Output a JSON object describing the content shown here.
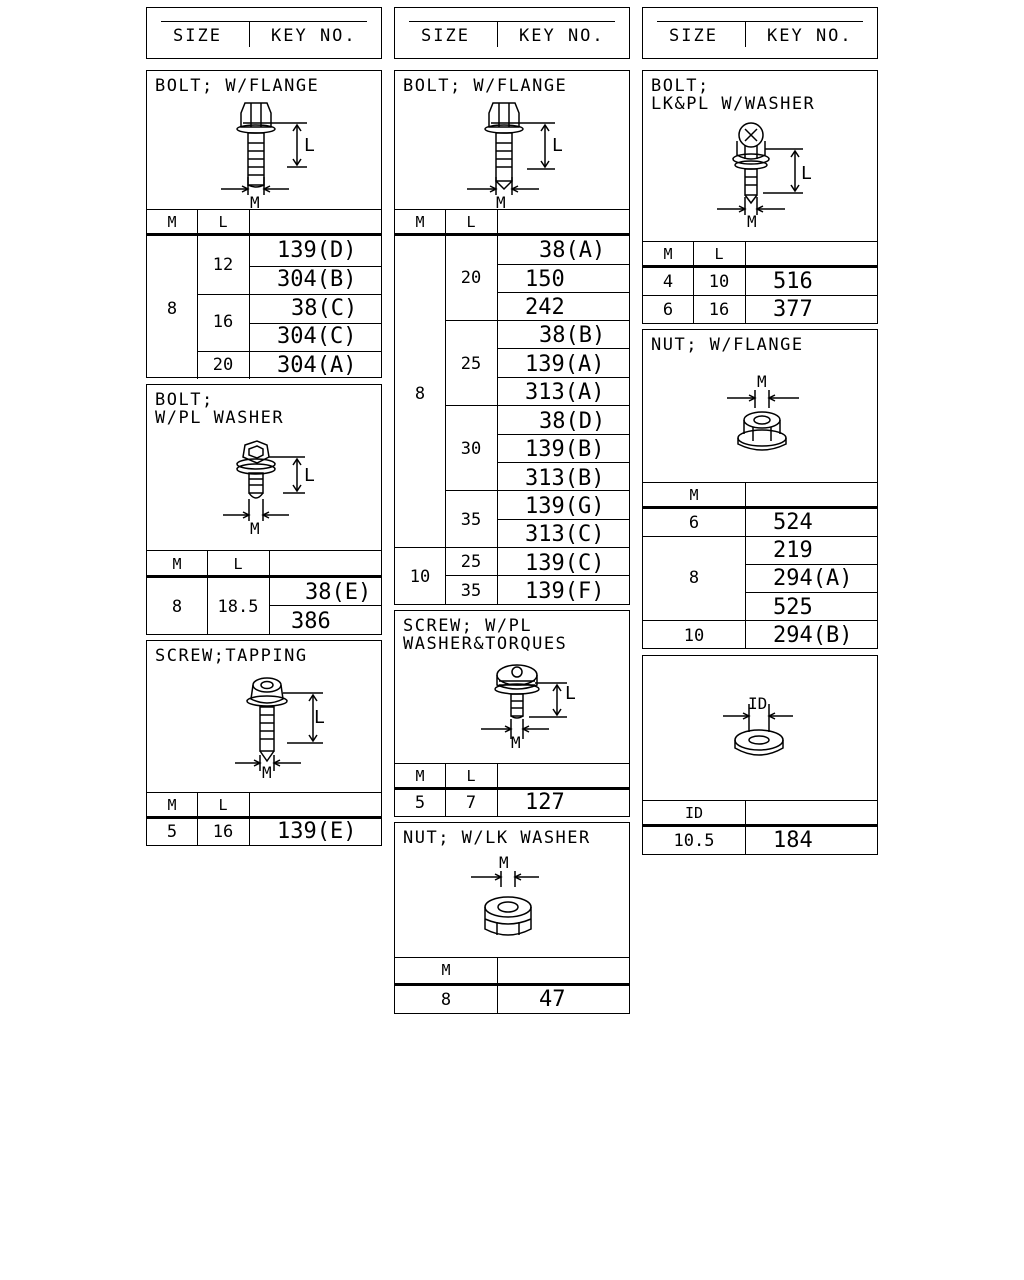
{
  "size_header": {
    "size_label": "SIZE",
    "key_label": "KEY NO."
  },
  "columns": {
    "m": "M",
    "l": "L",
    "id": "ID"
  },
  "dims": {
    "m": "M",
    "l": "L",
    "id": "ID"
  },
  "parts": {
    "bolt_flange_1": {
      "title": "BOLT; W/FLANGE",
      "rows": [
        {
          "m": "8",
          "l": "12",
          "key": "139(D)"
        },
        {
          "m": "8",
          "l": "12",
          "key": "304(B)"
        },
        {
          "m": "8",
          "l": "16",
          "key": "38(C)"
        },
        {
          "m": "8",
          "l": "16",
          "key": "304(C)"
        },
        {
          "m": "8",
          "l": "20",
          "key": "304(A)"
        }
      ]
    },
    "bolt_pl_washer": {
      "title_line1": "BOLT;",
      "title_line2": "W/PL WASHER",
      "rows": [
        {
          "m": "8",
          "l": "18.5",
          "key": "38(E)"
        },
        {
          "m": "8",
          "l": "18.5",
          "key": "386"
        }
      ]
    },
    "screw_tapping": {
      "title": "SCREW;TAPPING",
      "rows": [
        {
          "m": "5",
          "l": "16",
          "key": "139(E)"
        }
      ]
    },
    "bolt_flange_2": {
      "title": "BOLT; W/FLANGE",
      "rows": [
        {
          "m": "8",
          "l": "20",
          "key": "38(A)"
        },
        {
          "m": "8",
          "l": "20",
          "key": "150"
        },
        {
          "m": "8",
          "l": "20",
          "key": "242"
        },
        {
          "m": "8",
          "l": "25",
          "key": "38(B)"
        },
        {
          "m": "8",
          "l": "25",
          "key": "139(A)"
        },
        {
          "m": "8",
          "l": "25",
          "key": "313(A)"
        },
        {
          "m": "8",
          "l": "30",
          "key": "38(D)"
        },
        {
          "m": "8",
          "l": "30",
          "key": "139(B)"
        },
        {
          "m": "8",
          "l": "30",
          "key": "313(B)"
        },
        {
          "m": "8",
          "l": "35",
          "key": "139(G)"
        },
        {
          "m": "8",
          "l": "35",
          "key": "313(C)"
        },
        {
          "m": "10",
          "l": "25",
          "key": "139(C)"
        },
        {
          "m": "10",
          "l": "35",
          "key": "139(F)"
        }
      ]
    },
    "screw_torques": {
      "title_line1": "SCREW; W/PL",
      "title_line2": "WASHER&TORQUES",
      "rows": [
        {
          "m": "5",
          "l": "7",
          "key": "127"
        }
      ]
    },
    "nut_lk_washer": {
      "title": "NUT; W/LK WASHER",
      "rows": [
        {
          "m": "8",
          "key": "47"
        }
      ]
    },
    "bolt_lk_pl_washer": {
      "title_line1": "BOLT;",
      "title_line2": "LK&PL W/WASHER",
      "rows": [
        {
          "m": "4",
          "l": "10",
          "key": "516"
        },
        {
          "m": "6",
          "l": "16",
          "key": "377"
        }
      ]
    },
    "nut_flange": {
      "title": "NUT; W/FLANGE",
      "rows": [
        {
          "m": "6",
          "key": "524"
        },
        {
          "m": "8",
          "key": "219"
        },
        {
          "m": "8",
          "key": "294(A)"
        },
        {
          "m": "8",
          "key": "525"
        },
        {
          "m": "10",
          "key": "294(B)"
        }
      ]
    },
    "washer": {
      "title": "",
      "rows": [
        {
          "id": "10.5",
          "key": "184"
        }
      ]
    }
  }
}
